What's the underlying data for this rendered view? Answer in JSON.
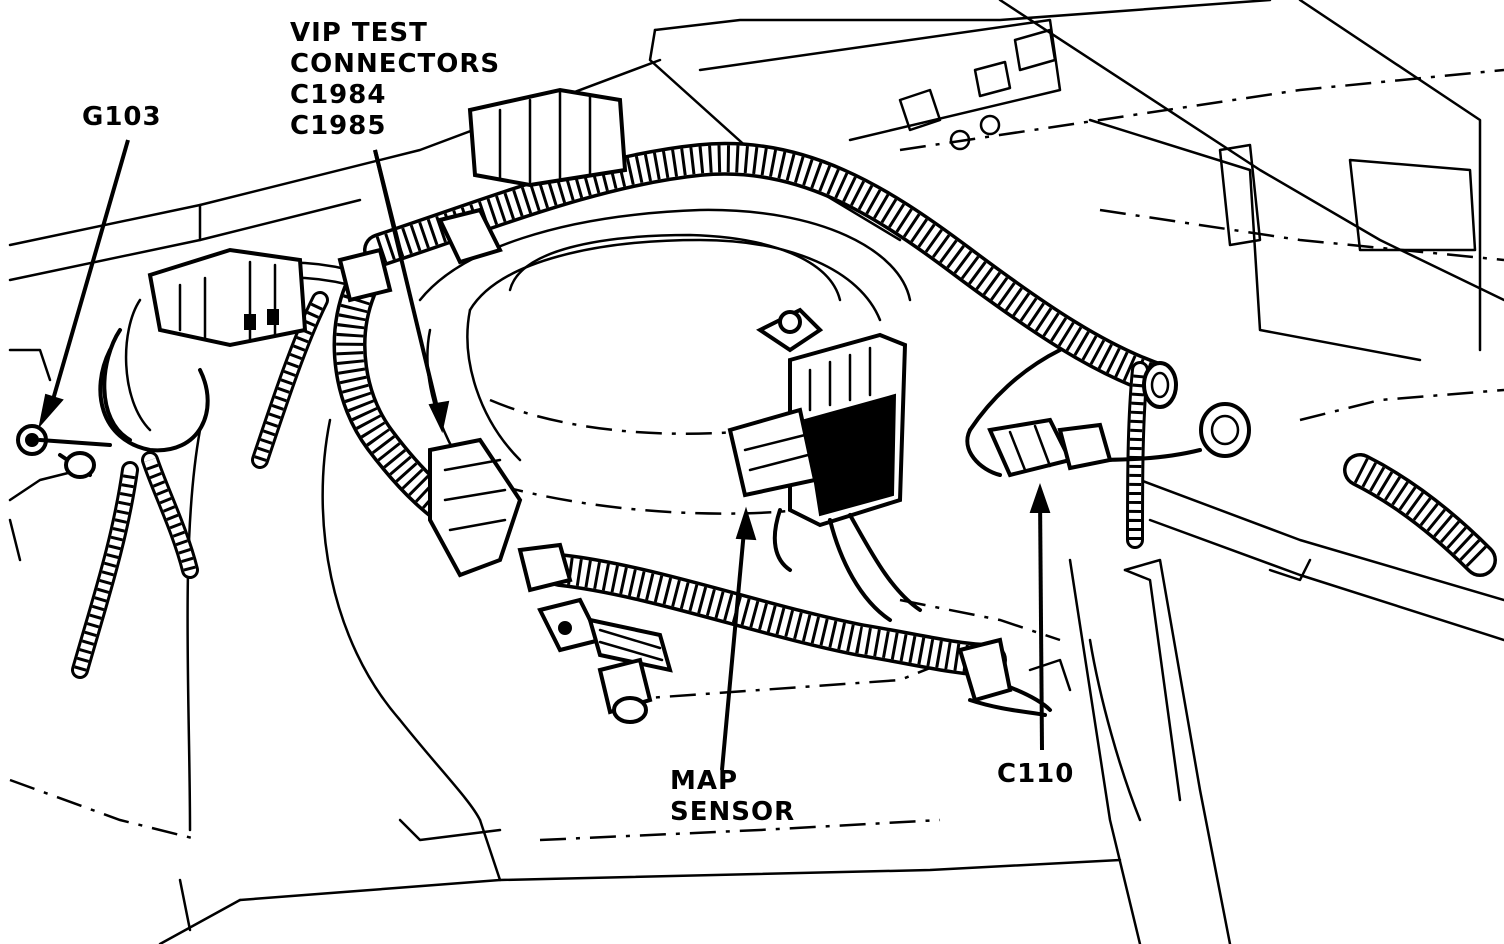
{
  "callouts": {
    "g103": "G103",
    "vip_line1": "VIP TEST",
    "vip_line2": "CONNECTORS",
    "vip_line3": "C1984",
    "vip_line4": "C1985",
    "map_line1": "MAP",
    "map_line2": "SENSOR",
    "c110": "C110"
  }
}
